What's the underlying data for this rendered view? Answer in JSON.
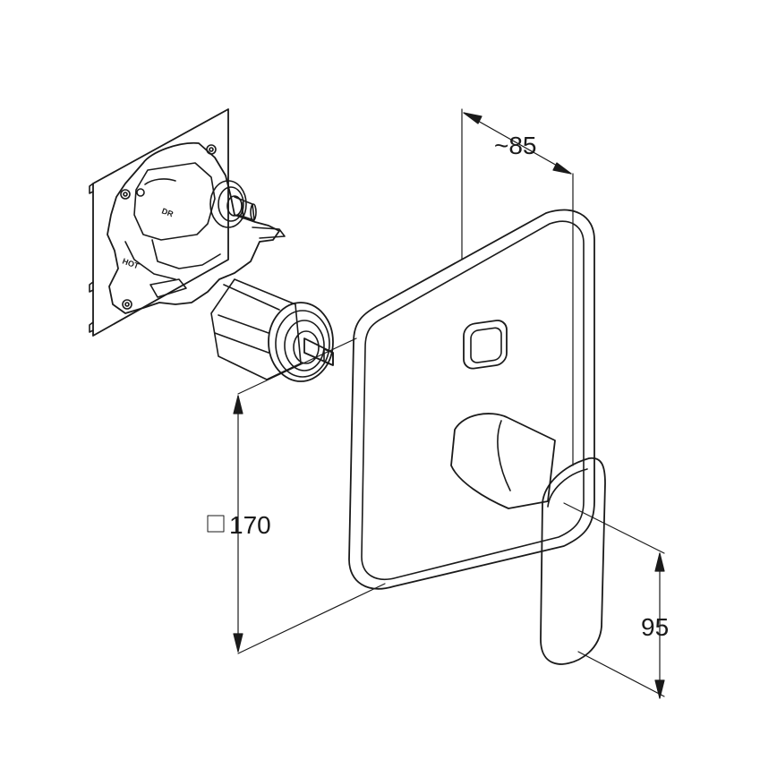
{
  "diagram": {
    "stroke_color": "#1a1a1a",
    "background_color": "#ffffff",
    "dimensions": {
      "depth": "~85",
      "plate_size": "170",
      "plate_size_symbol": "square",
      "handle_height": "95"
    },
    "valve_labels": {
      "outlet": "DR",
      "hot": "HOT"
    }
  }
}
